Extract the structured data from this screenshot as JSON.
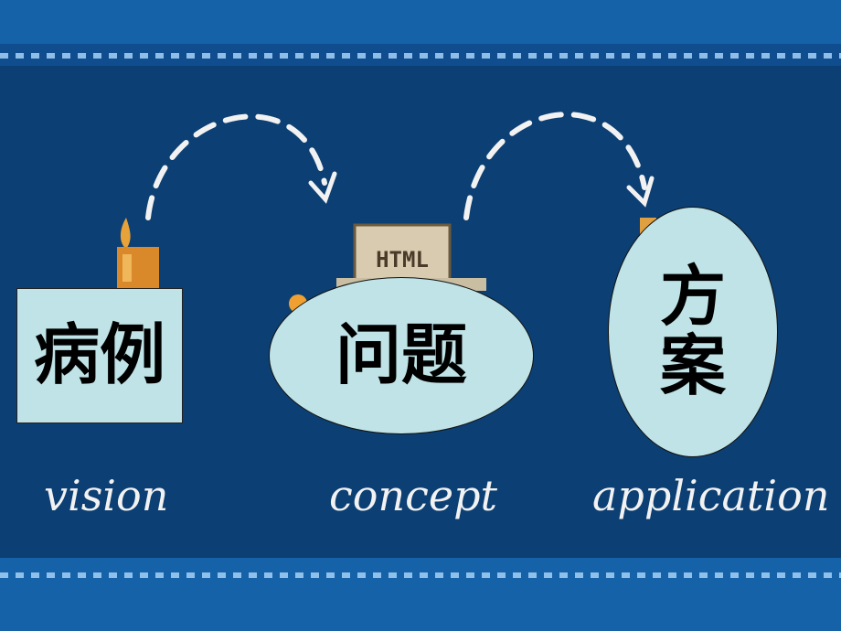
{
  "slide": {
    "boxes": {
      "case": "病例",
      "problem": "问题",
      "solution": "方案"
    },
    "handwritten_labels": {
      "vision": "vision",
      "concept": "concept",
      "application": "application"
    },
    "sign_text": "HTML"
  },
  "colors": {
    "outer_blue": "#1562a8",
    "panel_navy": "#0c3f73",
    "box_fill": "#bfe3e6",
    "chalk": "#f2f2f2"
  },
  "icons": [
    "candle-icon",
    "html-sign-icon",
    "dashed-arrow-icon"
  ]
}
